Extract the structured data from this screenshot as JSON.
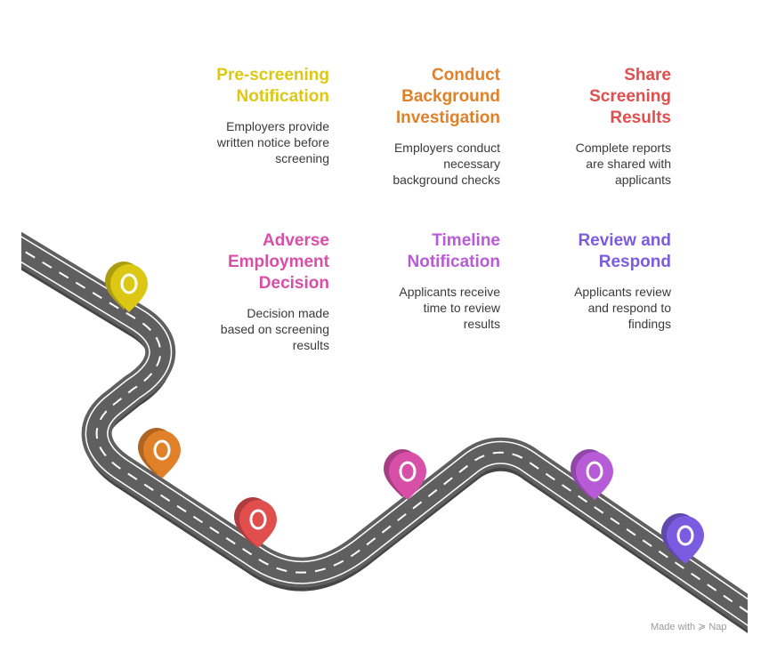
{
  "steps": [
    {
      "id": "pre-screening",
      "title": "Pre-screening\nNotification",
      "description": "Employers provide\nwritten notice before\nscreening",
      "color": "#DCC814"
    },
    {
      "id": "conduct",
      "title": "Conduct\nBackground\nInvestigation",
      "description": "Employers conduct\nnecessary\nbackground checks",
      "color": "#E0812A"
    },
    {
      "id": "share",
      "title": "Share\nScreening\nResults",
      "description": "Complete reports\nare shared with\napplicants",
      "color": "#E04E4E"
    },
    {
      "id": "adverse",
      "title": "Adverse\nEmployment\nDecision",
      "description": "Decision made\nbased on screening\nresults",
      "color": "#D84FA8"
    },
    {
      "id": "timeline",
      "title": "Timeline\nNotification",
      "description": "Applicants receive\ntime to review\nresults",
      "color": "#B85BD6"
    },
    {
      "id": "review",
      "title": "Review and\nRespond",
      "description": "Applicants review\nand respond to\nfindings",
      "color": "#7B5CE0"
    }
  ],
  "road": {
    "asphalt_color": "#5f5f5f",
    "edge_color": "#454545",
    "marking_color": "#ffffff"
  },
  "watermark": {
    "prefix": "Made with",
    "brand": "Nap"
  }
}
